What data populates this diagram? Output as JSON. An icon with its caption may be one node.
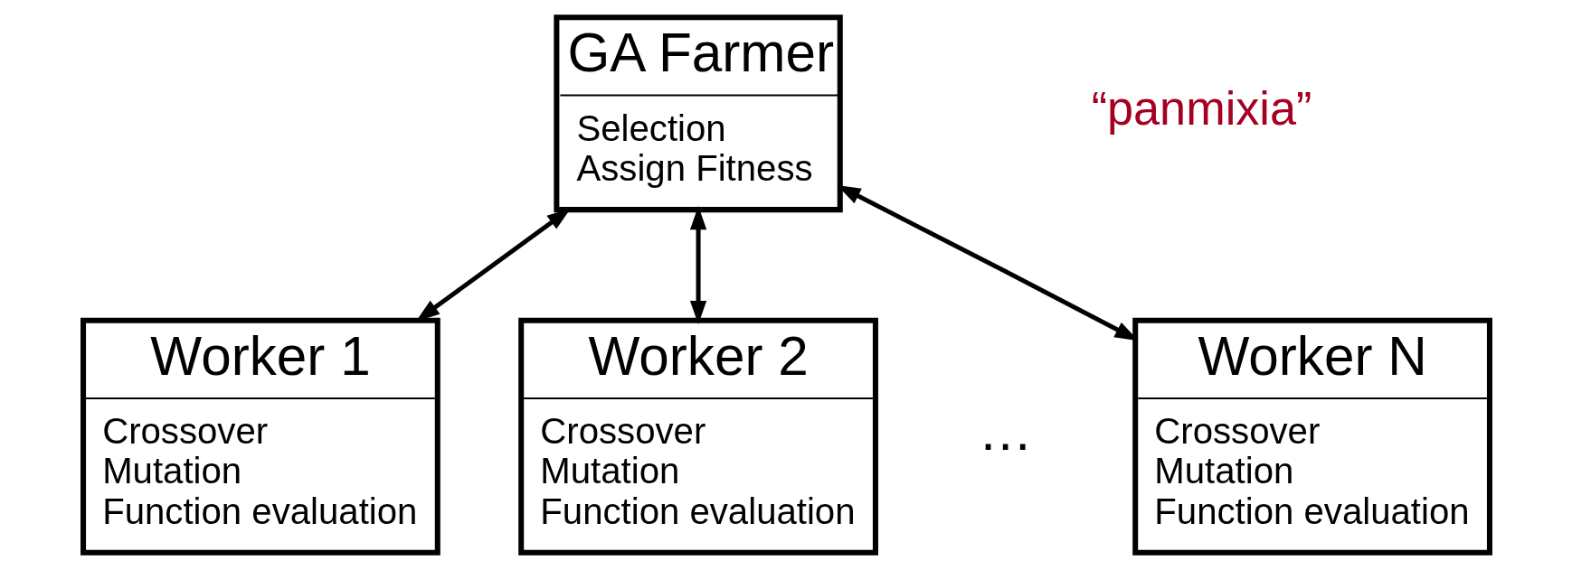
{
  "diagram": {
    "nodes": [
      {
        "text": [
          "GA Farmer",
          "Selection",
          "Assign Fitness"
        ]
      },
      {
        "text": [
          "Worker 1",
          "Crossover",
          "Mutation",
          "Function evaluation"
        ]
      },
      {
        "text": [
          "Worker 2",
          "Crossover",
          "Mutation",
          "Function evaluation"
        ]
      },
      {
        "text": [
          "Worker N",
          "Crossover",
          "Mutation",
          "Function evaluation"
        ]
      }
    ],
    "edges": [
      {
        "from": 0,
        "to": 1,
        "arrow": "both"
      },
      {
        "from": 0,
        "to": 2,
        "arrow": "both"
      },
      {
        "from": 0,
        "to": 3,
        "arrow": "both"
      }
    ],
    "labels": [
      "“panmixia”",
      "…"
    ]
  }
}
